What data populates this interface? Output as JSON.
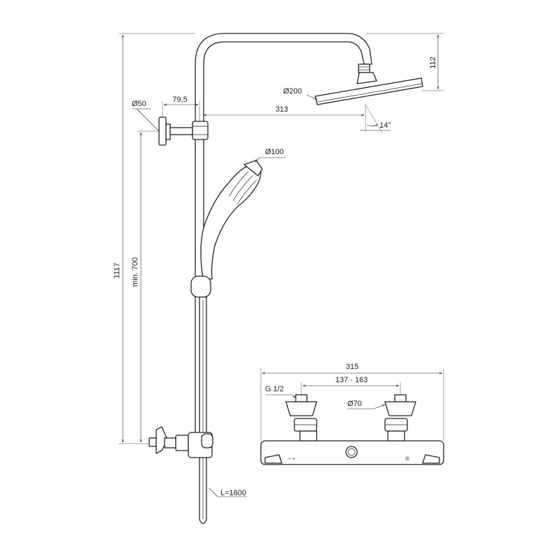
{
  "dimensions": {
    "shower_head_diameter": "Ø200",
    "head_height": "112",
    "arm_reach": "313",
    "tilt_angle": "14°",
    "wall_bracket_diameter": "Ø50",
    "bracket_offset": "79,5",
    "hand_shower_diameter": "Ø100",
    "total_height": "1117",
    "min_height": "min. 700",
    "hose_length": "L=1600",
    "mixer_width": "315",
    "connection_thread": "G 1/2",
    "inlet_spacing": "137 - 163",
    "rosette_diameter": "Ø70"
  },
  "mixer_marks": {
    "left_symbol": "− +",
    "right_symbol": "☰"
  }
}
